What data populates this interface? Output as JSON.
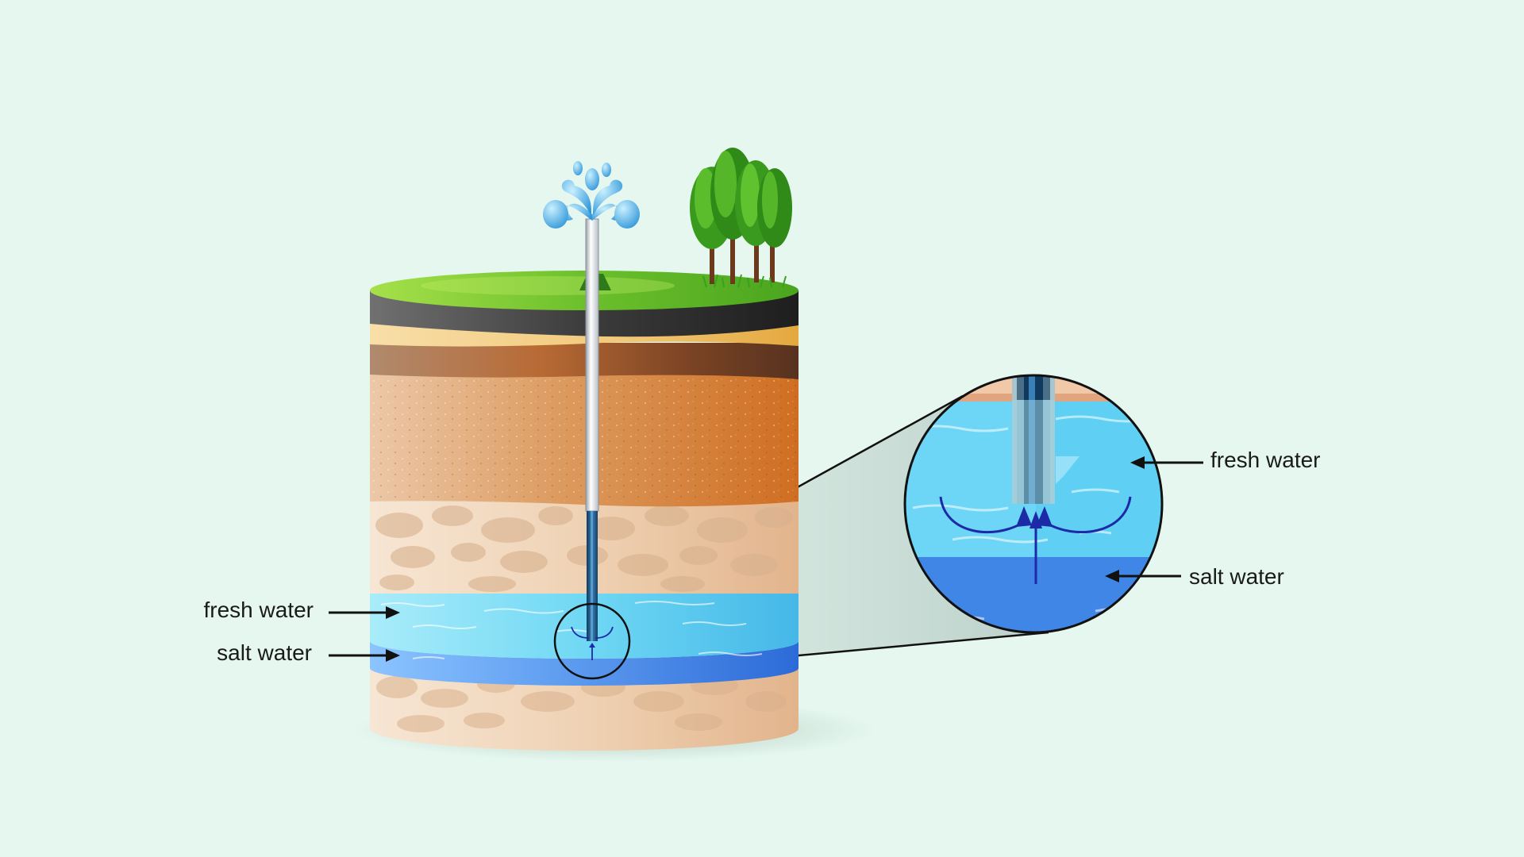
{
  "labels": {
    "cross_section_fresh": "fresh water",
    "cross_section_salt": "salt water",
    "zoom_fresh": "fresh water",
    "zoom_salt": "salt water"
  },
  "colors": {
    "background": "#e5f7ee",
    "grass": "#8ed53a",
    "topsoil": "#3d3d3d",
    "sand": "#f2cc8a",
    "clay": "#8a5030",
    "soil": "#d98a4e",
    "rock": "#ecc8a8",
    "fresh_water": "#6ad8f2",
    "salt_water": "#3f86e6",
    "arrow": "#1c2aa8"
  },
  "icons": {
    "fountain": "water-splash-icon",
    "trees": "trees-icon"
  }
}
